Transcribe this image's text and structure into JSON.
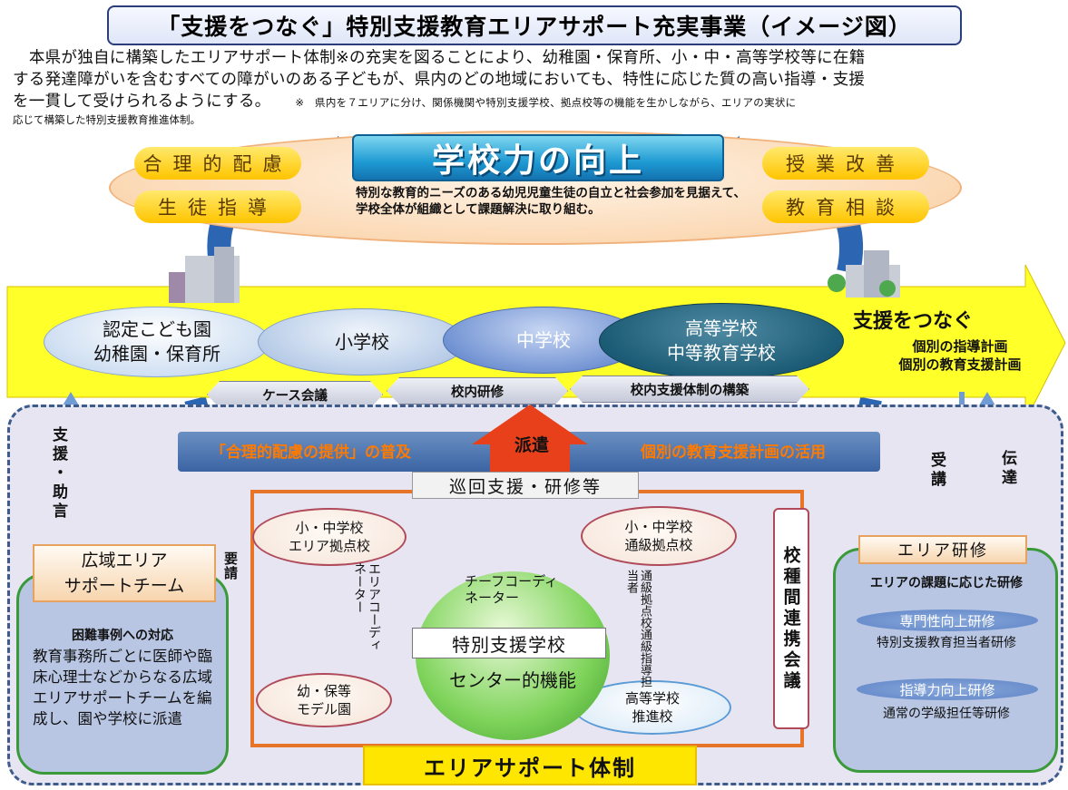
{
  "title": "「支援をつなぐ」特別支援教育エリアサポート充実事業（イメージ図）",
  "intro": {
    "line1": "本県が独自に構築したエリアサポート体制※の充実を図ることにより、幼稚園・保育所、小・中・高等学校等に在籍",
    "line2": "する発達障がいを含むすべての障がいのある子どもが、県内のどの地域においても、特性に応じた質の高い指導・支援",
    "line3": "を一貫して受けられるようにする。",
    "note1": "※　県内を７エリアに分け、関係機関や特別支援学校、拠点校等の機能を生かしながら、エリアの実状に",
    "note2": "応じて構築した特別支援教育推進体制。"
  },
  "top": {
    "school_power": "学校力の向上",
    "left_pills": [
      "合理的配慮",
      "生徒指導"
    ],
    "right_pills": [
      "授業改善",
      "教育相談"
    ],
    "description": "特別な教育的ニーズのある幼児児童生徒の自立と社会参加を見据えて、学校全体が組織として課題解決に取り組む。"
  },
  "band": {
    "schools": [
      {
        "line1": "認定こども園",
        "line2": "幼稚園・保育所"
      },
      {
        "line1": "小学校",
        "line2": ""
      },
      {
        "line1": "中学校",
        "line2": ""
      },
      {
        "line1": "高等学校",
        "line2": "中等教育学校"
      }
    ],
    "connect_title": "支援をつなぐ",
    "plans": [
      "個別の指導計画",
      "個別の教育支援計画"
    ],
    "tags": [
      "ケース会議",
      "校内研修",
      "校内支援体制の構築"
    ]
  },
  "lower": {
    "bar_left": "「合理的配慮の提供」の普及",
    "bar_right": "個別の教育支援計画の活用",
    "dispatch": "派遣",
    "junkai": "巡回支援・研修等",
    "shien_jogen": "支援・助言",
    "yousei": "要請",
    "juko": "受講",
    "dentatsu": "伝達",
    "kouiki_team": {
      "line1": "広域エリア",
      "line2": "サポートチーム"
    },
    "konnan_title": "困難事例への対応",
    "konnan_body": "教育事務所ごとに医師や臨床心理士などからなる広域エリアサポートチームを編成し、園や学校に派遣",
    "nodes": {
      "area_hub": {
        "line1": "小・中学校",
        "line2": "エリア拠点校"
      },
      "tsukyu_hub": {
        "line1": "小・中学校",
        "line2": "通級拠点校"
      },
      "model_en": {
        "line1": "幼・保等",
        "line2": "モデル園"
      },
      "koukou": {
        "line1": "高等学校",
        "line2": "推進校"
      }
    },
    "area_coordinator": "エリアコーディネーター",
    "chief_coordinator": "チーフコーディネーター",
    "tsukyu_teacher": "通級拠点校通級指導担当者",
    "special_school": "特別支援学校",
    "center_function": "センター的機能",
    "koushu_kaigi": "校種間連携会議",
    "area_system": "エリアサポート体制",
    "area_training": {
      "title": "エリア研修",
      "subtitle": "エリアの課題に応じた研修",
      "items": [
        {
          "name": "専門性向上研修",
          "target": "特別支援教育担当者研修"
        },
        {
          "name": "指導力向上研修",
          "target": "通常の学級担任等研修"
        }
      ]
    }
  }
}
